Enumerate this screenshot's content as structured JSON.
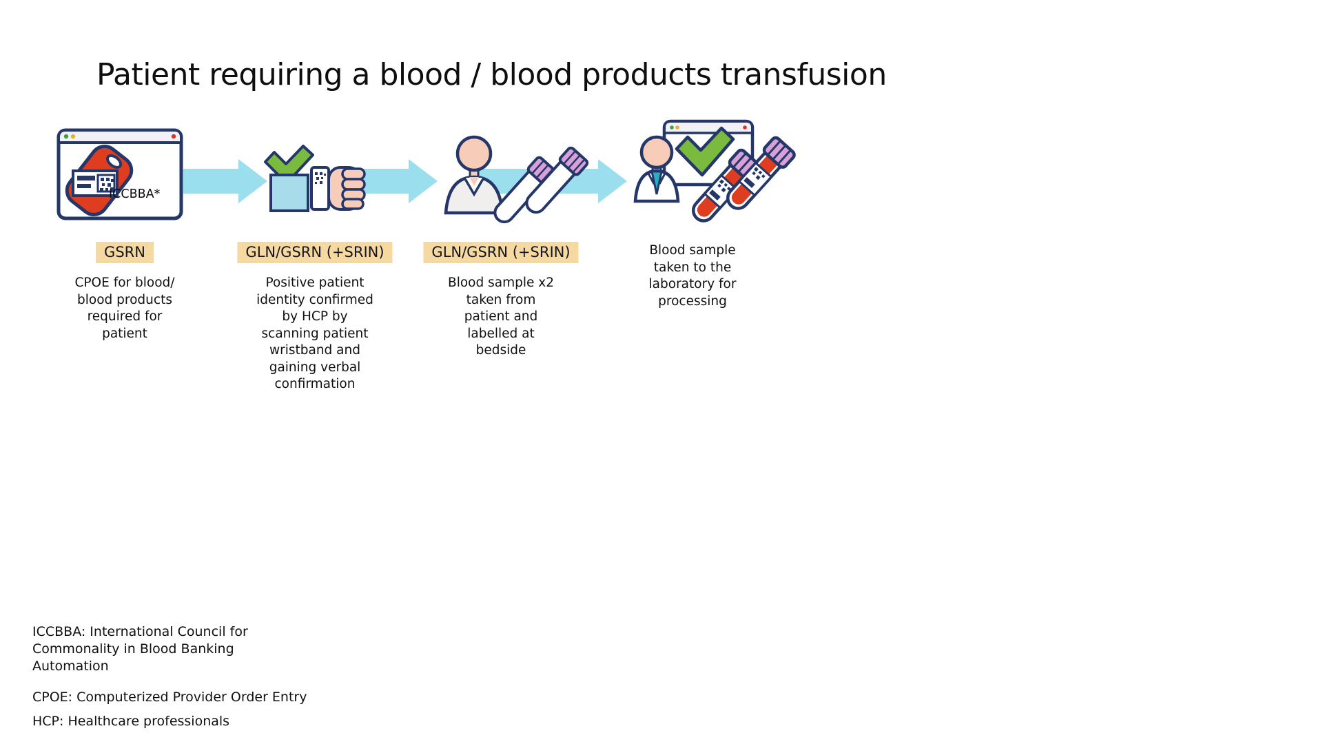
{
  "title": "Patient requiring a blood / blood products transfusion",
  "colors": {
    "outline_navy": "#243768",
    "arrow_blue": "#9BDEEE",
    "badge_tan": "#F6D8A1",
    "check_green": "#79BA3F",
    "blood_red": "#DF3D20",
    "skin": "#F7CDB9",
    "sleeve_blue": "#A8DCEA",
    "cap_purple": "#D7A0D6",
    "tie_teal": "#2BAEC2"
  },
  "steps": [
    {
      "icon": "cpoe-order-screen-blood-bag-icon",
      "icon_label": "ICCBBA*",
      "badge": "GSRN",
      "description": "CPOE for blood/\nblood products\nrequired for\npatient"
    },
    {
      "icon": "checkmark-wristband-scan-icon",
      "badge": "GLN/GSRN (+SRIN)",
      "description": "Positive patient\nidentity confirmed\nby HCP by\nscanning patient\nwristband and\ngaining verbal\nconfirmation"
    },
    {
      "icon": "patient-blood-sample-tubes-icon",
      "badge": "GLN/GSRN (+SRIN)",
      "description": "Blood sample x2\ntaken from\npatient and\nlabelled at\nbedside"
    },
    {
      "icon": "lab-processing-verified-samples-icon",
      "description": "Blood sample\ntaken to the\nlaboratory for\nprocessing"
    }
  ],
  "footnotes": [
    "ICCBBA: International Council for\nCommonality in Blood Banking\nAutomation",
    "CPOE: Computerized Provider Order Entry",
    "HCP: Healthcare professionals"
  ]
}
